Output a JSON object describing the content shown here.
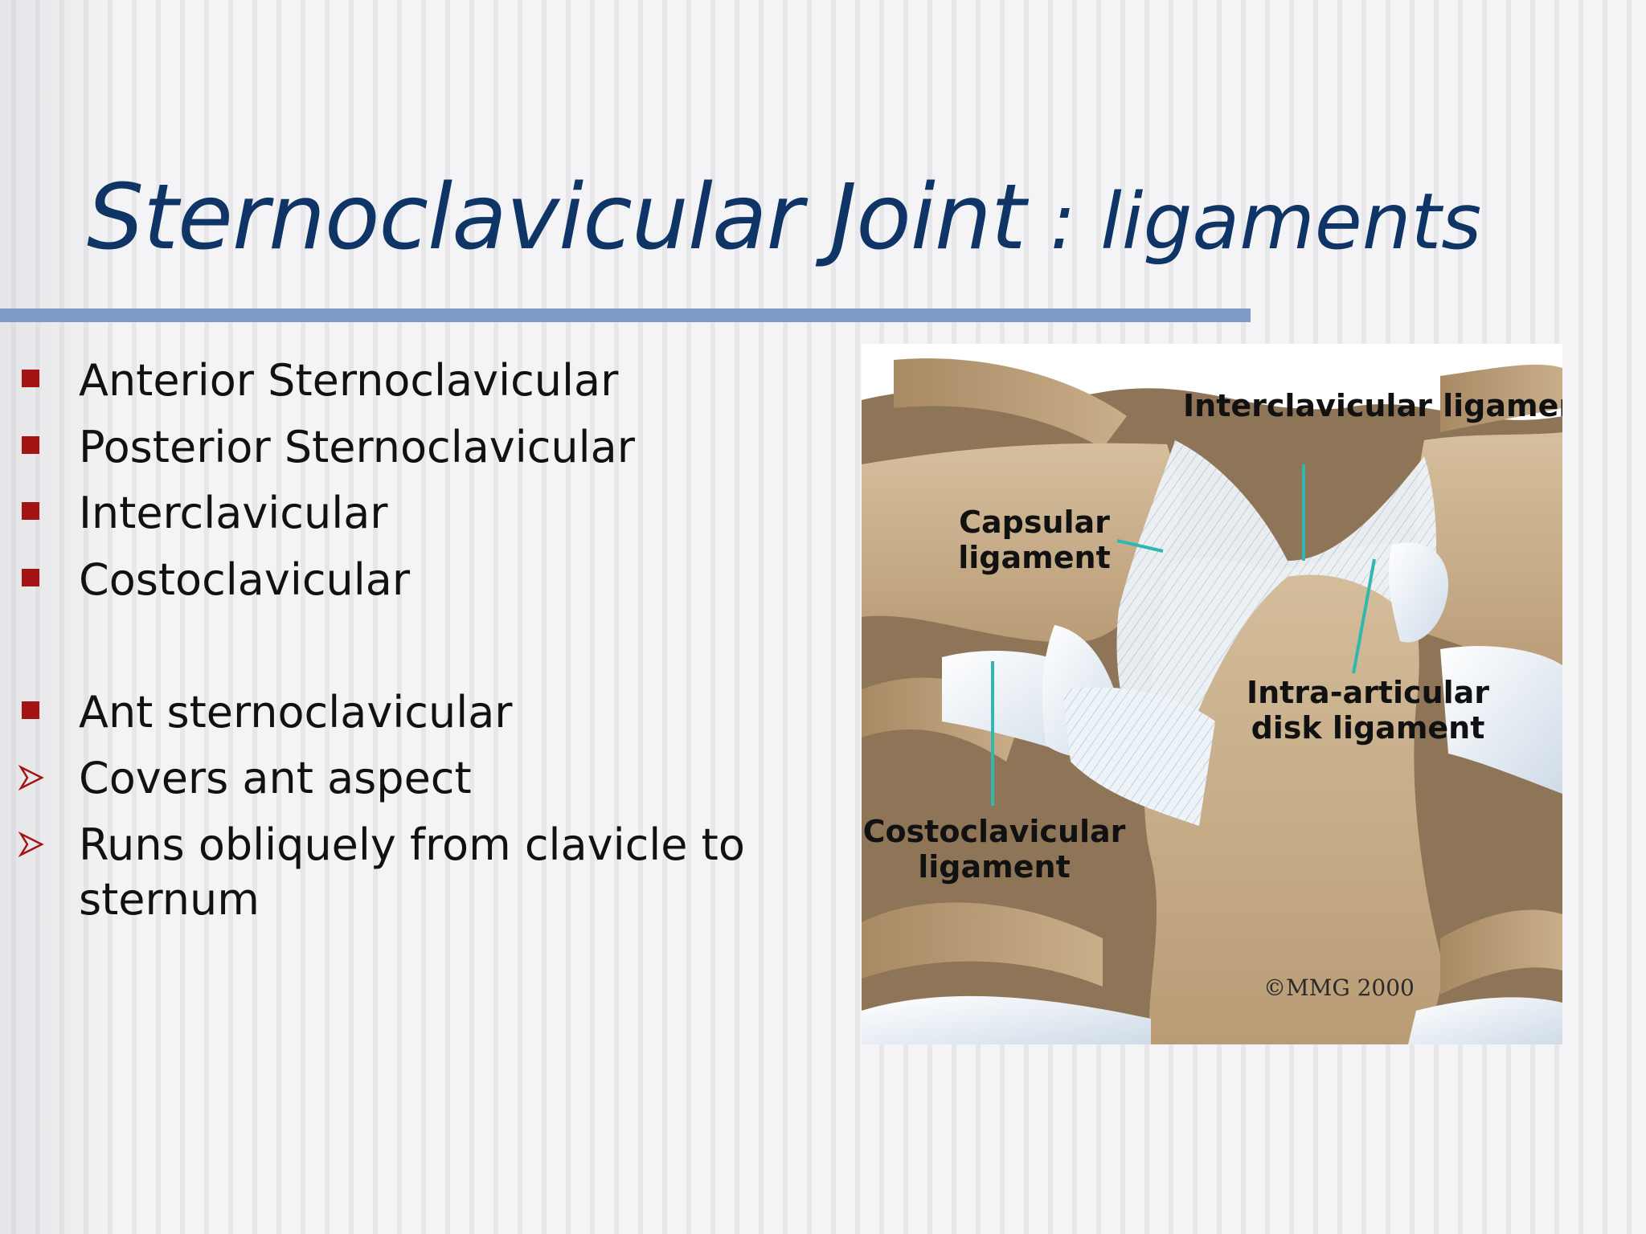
{
  "slide": {
    "title": "Sternoclavicular Joint",
    "title_suffix": ": ligaments"
  },
  "bullets": [
    {
      "text": "Anterior Sternoclavicular",
      "marker": "square-bullet-icon"
    },
    {
      "text": "Posterior Sternoclavicular",
      "marker": "square-bullet-icon"
    },
    {
      "text": "Interclavicular",
      "marker": "square-bullet-icon"
    },
    {
      "text": "Costoclavicular",
      "marker": "square-bullet-icon"
    },
    {
      "text": "Ant sternoclavicular",
      "marker": "square-bullet-icon"
    },
    {
      "text": "Covers ant aspect",
      "marker": "arrow-bullet-icon"
    },
    {
      "text": "Runs obliquely from clavicle to sternum",
      "marker": "arrow-bullet-icon"
    }
  ],
  "figure": {
    "labels": {
      "interclavicular": "Interclavicular ligament",
      "capsular": "Capsular ligament",
      "intra_articular": "Intra-articular disk ligament",
      "costoclavicular": "Costoclavicular ligament"
    },
    "copyright": "©MMG 2000"
  },
  "colors": {
    "title": "#0f3466",
    "rule": "#7f9ac7",
    "bullet_square": "#a31414",
    "label_pointer": "#2fb7b0",
    "bone": "#c8b08e",
    "ligament": "#eef3f8"
  }
}
